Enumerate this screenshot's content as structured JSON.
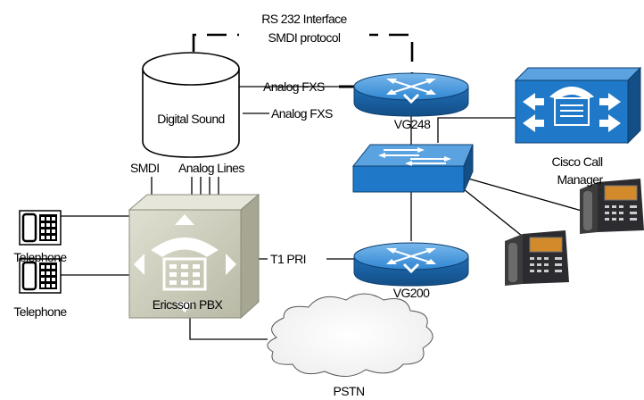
{
  "labels": {
    "rs232_line1": "RS 232 Interface",
    "rs232_line2": "SMDI protocol",
    "analog_fxs_1": "Analog FXS",
    "analog_fxs_2": "Analog FXS",
    "digital_sound": "Digital Sound",
    "vg248": "VG248",
    "smdi": "SMDI",
    "analog_lines": "Analog Lines",
    "cisco_call_1": "Cisco Call",
    "cisco_call_2": "Manager",
    "telephone_1": "Telephone",
    "telephone_2": "Telephone",
    "t1_pri": "T1 PRI",
    "ericsson_pbx": "Ericsson PBX",
    "vg200": "VG200",
    "pstn": "PSTN"
  },
  "colors": {
    "cisco_blue": "#1f78c8",
    "pbx_fill": "#cfcfbf",
    "line": "#000000"
  },
  "icons": {
    "router": "router-icon",
    "switch": "switch-icon",
    "call_manager": "call-manager-icon",
    "pbx": "pbx-icon",
    "ip_phone": "ip-phone-icon",
    "telephone": "telephone-icon",
    "cylinder": "digital-sound-server-icon",
    "cloud": "pstn-cloud-icon"
  }
}
